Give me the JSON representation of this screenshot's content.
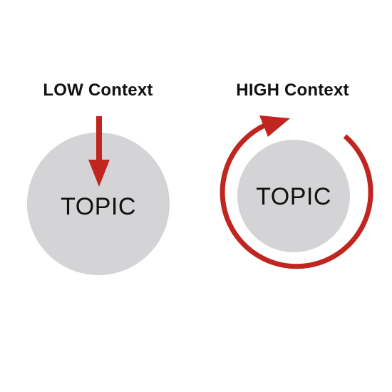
{
  "low": {
    "heading": "LOW Context",
    "topic": "TOPIC"
  },
  "high": {
    "heading": "HIGH Context",
    "topic": "TOPIC"
  },
  "colors": {
    "arrow": "#c0261f",
    "circle": "#d4d4d6",
    "text": "#111111",
    "background": "#ffffff"
  }
}
